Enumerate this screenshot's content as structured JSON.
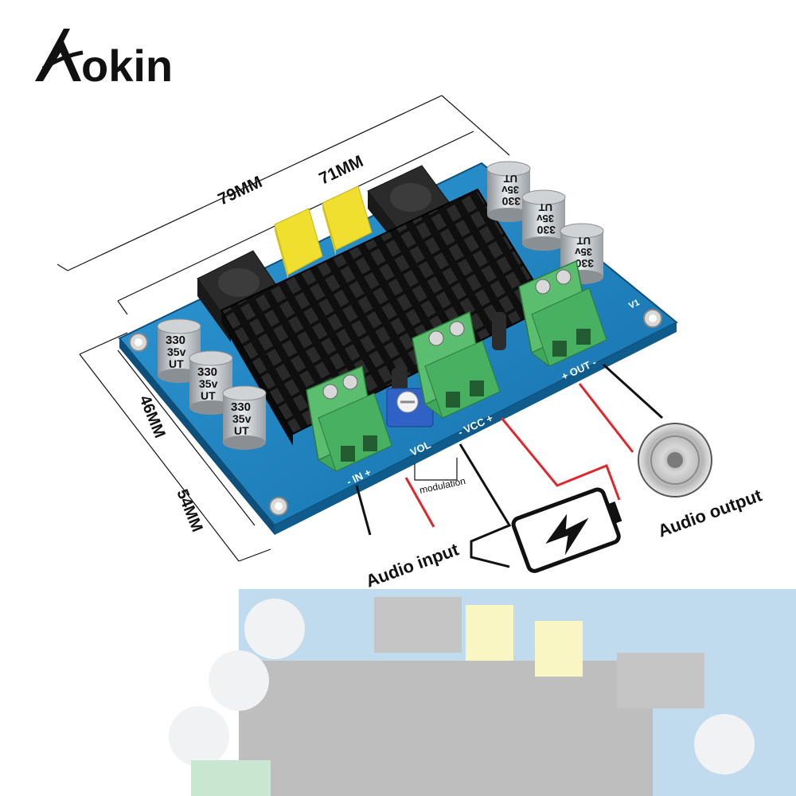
{
  "brand": {
    "logo_text": "Aokin"
  },
  "dimensions": {
    "outer_width": "79MM",
    "inner_width": "71MM",
    "inner_height": "46MM",
    "outer_height": "54MM"
  },
  "board": {
    "terminal_in": "- IN +",
    "pot_label": "VOL",
    "terminal_vcc": "- VCC +",
    "terminal_out": "+ OUT -",
    "board_version": "V1",
    "capacitor_value": "330",
    "capacitor_voltage": "35v",
    "capacitor_brand": "UT"
  },
  "annotations": {
    "modulation": "modulation",
    "audio_input": "Audio input",
    "audio_output": "Audio output"
  },
  "colors": {
    "pcb": "#1e7fc0",
    "heatsink": "#1a1a1a",
    "terminal": "#3fa85a",
    "wire_red": "#e0262a",
    "wire_black": "#111111"
  }
}
